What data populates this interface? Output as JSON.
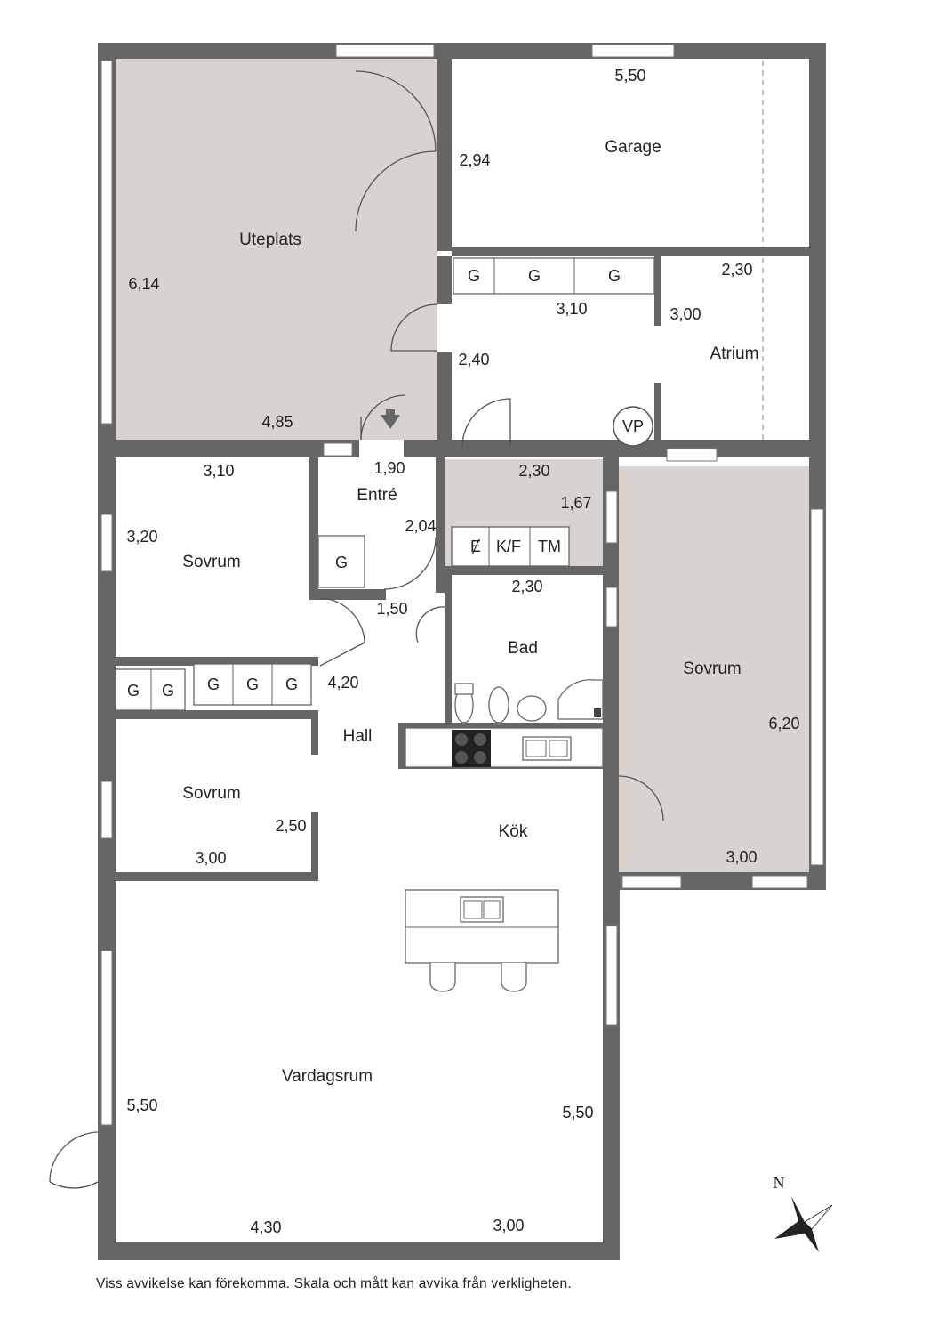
{
  "rooms": {
    "uteplats": "Uteplats",
    "garage": "Garage",
    "atrium": "Atrium",
    "entre": "Entré",
    "sovrum_nw": "Sovrum",
    "bad": "Bad",
    "sovrum_east": "Sovrum",
    "hall": "Hall",
    "sovrum_sw": "Sovrum",
    "kok": "Kök",
    "vardagsrum": "Vardagsrum"
  },
  "dimensions": {
    "garage_w": "5,50",
    "garage_h": "2,94",
    "uteplats_h": "6,14",
    "uteplats_w": "4,85",
    "atrium_w": "2,30",
    "storage_w": "3,10",
    "atrium_h": "3,00",
    "passage_h": "2,40",
    "sovrum_nw_w": "3,10",
    "entre_w": "1,90",
    "laundry_w": "2,30",
    "laundry_h": "1,67",
    "sovrum_nw_h": "3,20",
    "entre_h": "2,04",
    "bad_w": "2,30",
    "entre_closet_w": "1,50",
    "hall_h": "4,20",
    "sovrum_east_h": "6,20",
    "sovrum_sw_h": "2,50",
    "sovrum_sw_w": "3,00",
    "sovrum_east_w": "3,00",
    "vardagsrum_h_left": "5,50",
    "vardagsrum_h_right": "5,50",
    "vardagsrum_w_left": "4,30",
    "vardagsrum_w_right": "3,00"
  },
  "boxes": {
    "storage": [
      "G",
      "G",
      "G"
    ],
    "entre_closet": "G",
    "laundry": [
      "Ɇ",
      "K/F",
      "TM"
    ],
    "hall_left": [
      "G",
      "G"
    ],
    "hall_right": [
      "G",
      "G",
      "G"
    ],
    "vp": "VP"
  },
  "compass": {
    "north": "N"
  },
  "disclaimer": "Viss avvikelse kan förekomma. Skala och mått kan avvika från verkligheten.",
  "colors": {
    "wall": "#666666",
    "patio_fill": "#d8d3cf",
    "room_fill": "#ffffff"
  }
}
